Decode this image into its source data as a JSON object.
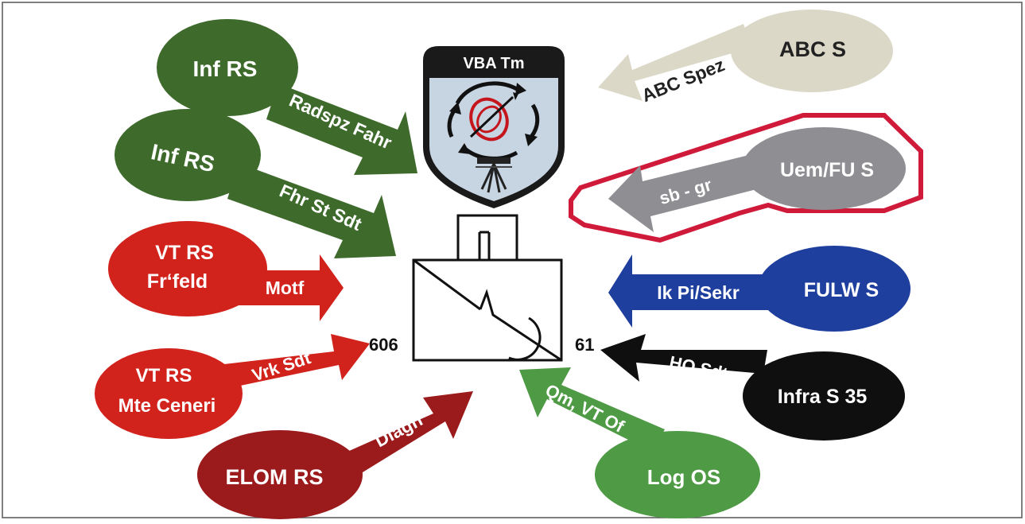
{
  "colors": {
    "dark_green": "#3e6b2c",
    "red": "#d1221c",
    "dark_red": "#9b1a1c",
    "light_green": "#4e9a45",
    "beige": "#dcd8c8",
    "gray": "#8e8e93",
    "blue": "#1f3f9e",
    "black": "#0f0f0f",
    "highlight": "#d01a3a"
  },
  "badge": {
    "title": "VBA Tm",
    "icon": "unit-emblem-shield-icon"
  },
  "center_symbol": {
    "icon": "signal-unit-symbol-icon",
    "number_left": "606",
    "number_right": "61"
  },
  "sources": [
    {
      "id": "inf-rs-1",
      "name": "Inf RS",
      "flow": "Radspz Fahr"
    },
    {
      "id": "inf-rs-2",
      "name": "Inf RS",
      "flow": "Fhr St Sdt"
    },
    {
      "id": "vt-rs-frfeld",
      "name_line1": "VT RS",
      "name_line2": "Fr‘feld",
      "flow": "Motf"
    },
    {
      "id": "vt-rs-mte",
      "name_line1": "VT RS",
      "name_line2": "Mte Ceneri",
      "flow": "Vrk Sdt"
    },
    {
      "id": "elom-rs",
      "name": "ELOM RS",
      "flow": "Diagn"
    },
    {
      "id": "log-os",
      "name": "Log OS",
      "flow": "Qm, VT Of"
    },
    {
      "id": "abc-s",
      "name": "ABC S",
      "flow": "ABC Spez"
    },
    {
      "id": "uem-fu-s",
      "name": "Uem/FU S",
      "flow": "sb - gr"
    },
    {
      "id": "fulw-s",
      "name": "FULW S",
      "flow": "Ik Pi/Sekr"
    },
    {
      "id": "infra-s-35",
      "name": "Infra S 35",
      "flow": "HQ Sdt"
    }
  ]
}
